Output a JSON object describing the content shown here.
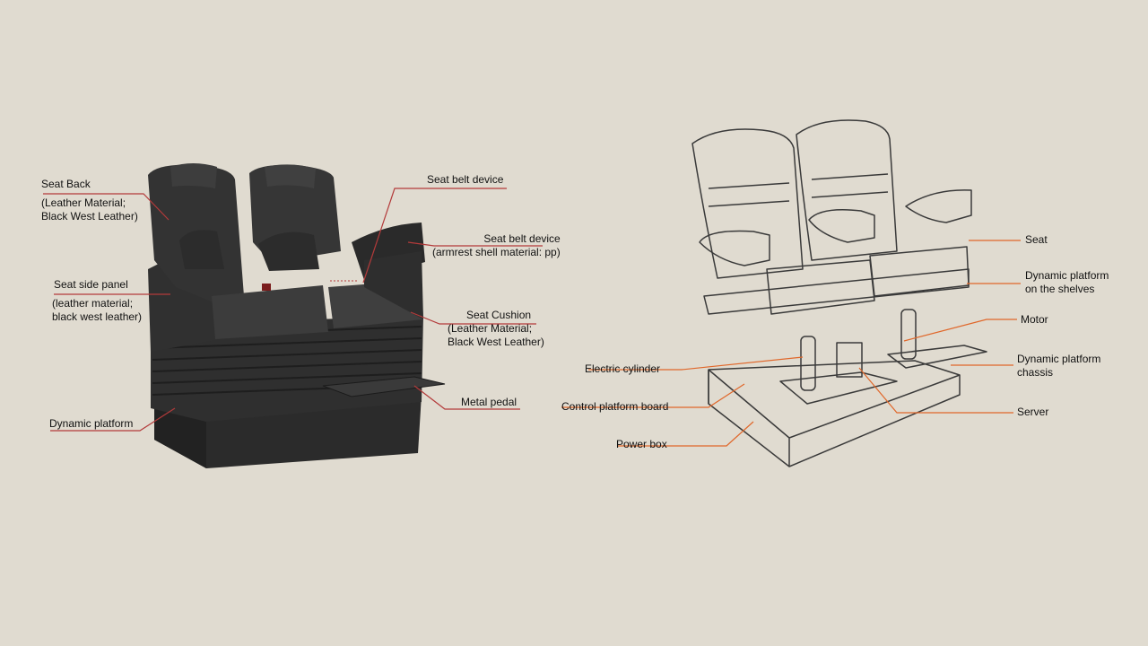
{
  "colors": {
    "background": "#e0dbd0",
    "seat_dark": "#2a2a2a",
    "seat_mid": "#333333",
    "seat_light": "#4a4a4a",
    "leader_left": "#b33a3a",
    "leader_right": "#e0672a",
    "sketch_line": "#3a3a3a"
  },
  "left_diagram": {
    "callouts": [
      {
        "id": "seat-back",
        "lines": [
          "Seat Back",
          "",
          "(Leather Material;",
          "Black West Leather)"
        ]
      },
      {
        "id": "seat-belt-device-top",
        "lines": [
          "Seat belt device"
        ]
      },
      {
        "id": "seat-belt-device-armrest",
        "lines": [
          "Seat belt device",
          "(armrest shell material: pp)"
        ]
      },
      {
        "id": "seat-side-panel",
        "lines": [
          "Seat side panel",
          "",
          "(leather material;",
          "black west leather)"
        ]
      },
      {
        "id": "seat-cushion",
        "lines": [
          "Seat Cushion",
          "(Leather Material;",
          "Black West Leather)"
        ]
      },
      {
        "id": "metal-pedal",
        "lines": [
          "Metal pedal"
        ]
      },
      {
        "id": "dynamic-platform",
        "lines": [
          "Dynamic platform"
        ]
      }
    ]
  },
  "right_diagram": {
    "callouts": [
      {
        "id": "seat",
        "lines": [
          "Seat"
        ]
      },
      {
        "id": "dynamic-platform-shelves",
        "lines": [
          "Dynamic platform",
          "on the shelves"
        ]
      },
      {
        "id": "motor",
        "lines": [
          "Motor"
        ]
      },
      {
        "id": "dynamic-platform-chassis",
        "lines": [
          "Dynamic platform",
          "chassis"
        ]
      },
      {
        "id": "server",
        "lines": [
          "Server"
        ]
      },
      {
        "id": "electric-cylinder",
        "lines": [
          "Electric cylinder"
        ]
      },
      {
        "id": "control-platform-board",
        "lines": [
          "Control platform board"
        ]
      },
      {
        "id": "power-box",
        "lines": [
          "Power box"
        ]
      }
    ]
  }
}
